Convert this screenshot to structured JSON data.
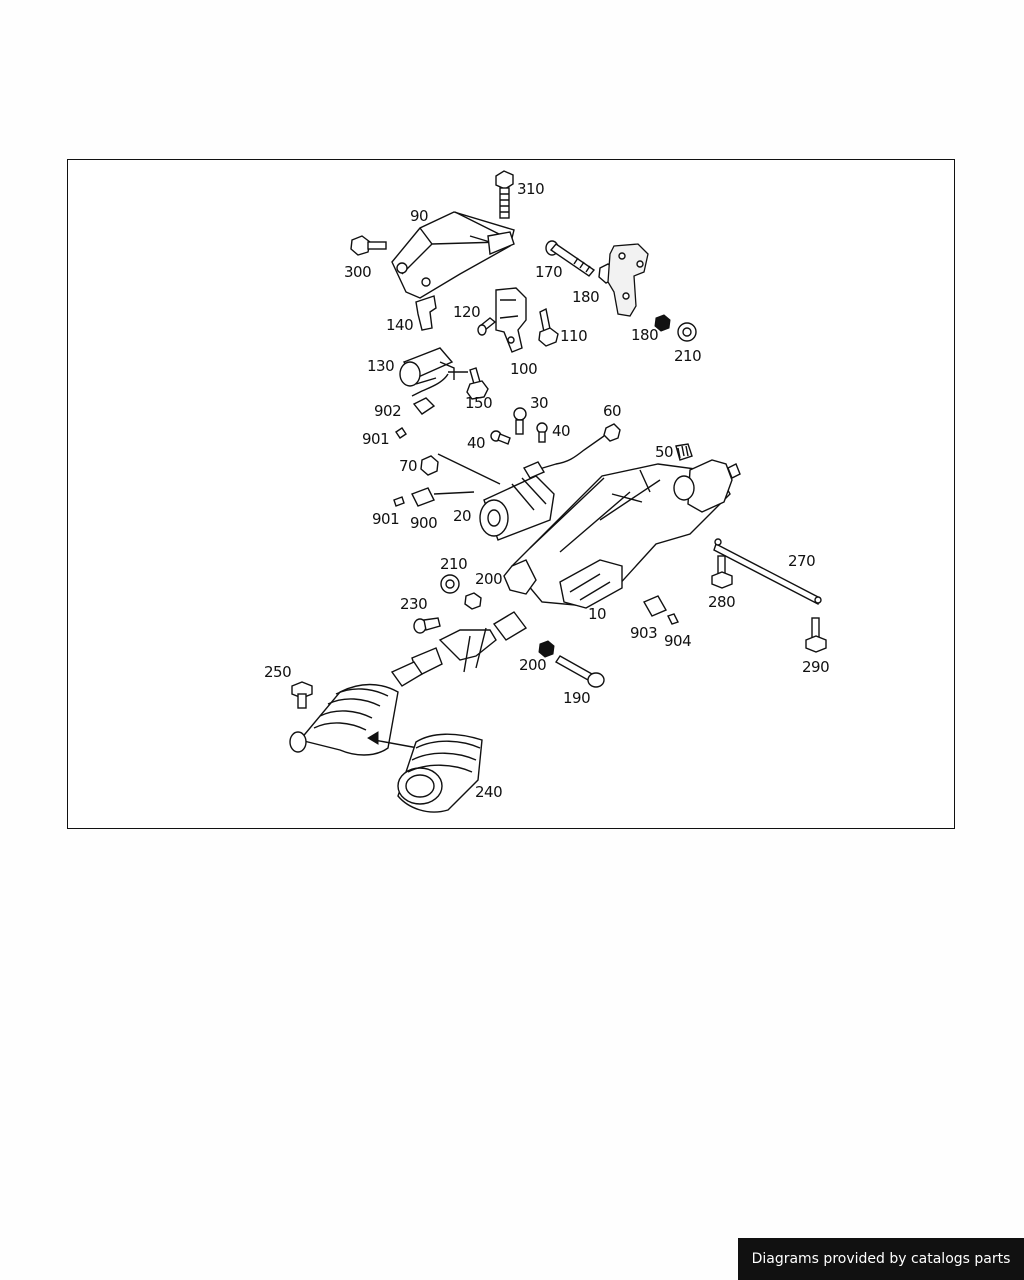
{
  "callouts": {
    "c310": "310",
    "c90": "90",
    "c300": "300",
    "c170": "170",
    "c180a": "180",
    "c140": "140",
    "c120": "120",
    "c110": "110",
    "c180b": "180",
    "c210a": "210",
    "c130": "130",
    "c100": "100",
    "c902": "902",
    "c150": "150",
    "c30": "30",
    "c60": "60",
    "c901a": "901",
    "c40a": "40",
    "c40b": "40",
    "c50": "50",
    "c70": "70",
    "c901b": "901",
    "c900": "900",
    "c20": "20",
    "c270": "270",
    "c210b": "210",
    "c200a": "200",
    "c280": "280",
    "c230": "230",
    "c10": "10",
    "c903": "903",
    "c904": "904",
    "c250": "250",
    "c200b": "200",
    "c290": "290",
    "c190": "190",
    "c240": "240"
  },
  "footer": {
    "credit": "Diagrams provided by catalogs parts"
  }
}
